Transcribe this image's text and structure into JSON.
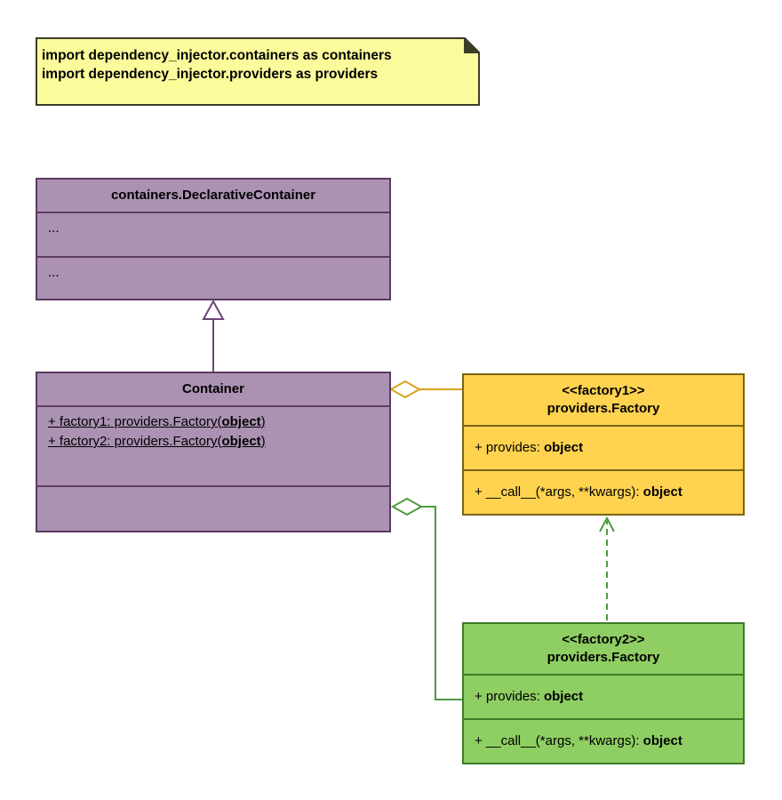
{
  "note": {
    "lines": [
      "import dependency_injector.containers as containers",
      "import dependency_injector.providers as providers"
    ]
  },
  "declarative_container": {
    "title": "containers.DeclarativeContainer",
    "section1": "...",
    "section2": "..."
  },
  "container": {
    "title": "Container",
    "attributes": [
      {
        "prefix": "+ factory1: providers.Factory(",
        "bold": "object",
        "suffix": ")"
      },
      {
        "prefix": "+ factory2: providers.Factory(",
        "bold": "object",
        "suffix": ")"
      }
    ]
  },
  "factory1": {
    "stereotype": "<<factory1>>",
    "title": "providers.Factory",
    "provides_prefix": "+ provides: ",
    "provides_bold": "object",
    "call_prefix": "+ __call__(*args, **kwargs): ",
    "call_bold": "object"
  },
  "factory2": {
    "stereotype": "<<factory2>>",
    "title": "providers.Factory",
    "provides_prefix": "+ provides: ",
    "provides_bold": "object",
    "call_prefix": "+ __call__(*args, **kwargs): ",
    "call_bold": "object"
  },
  "colors": {
    "purple_fill": "#AB92B3",
    "purple_border": "#5D3A64",
    "yellow_fill": "#FFD24F",
    "yellow_border": "#7A650F",
    "green_fill": "#8FCE63",
    "green_border": "#3E7D24",
    "note_fill": "#FBFB9B",
    "note_border": "#3C3C28",
    "purple_connector": "#6E4578",
    "orange_connector": "#D9A21B",
    "green_connector": "#4E9A3E"
  }
}
